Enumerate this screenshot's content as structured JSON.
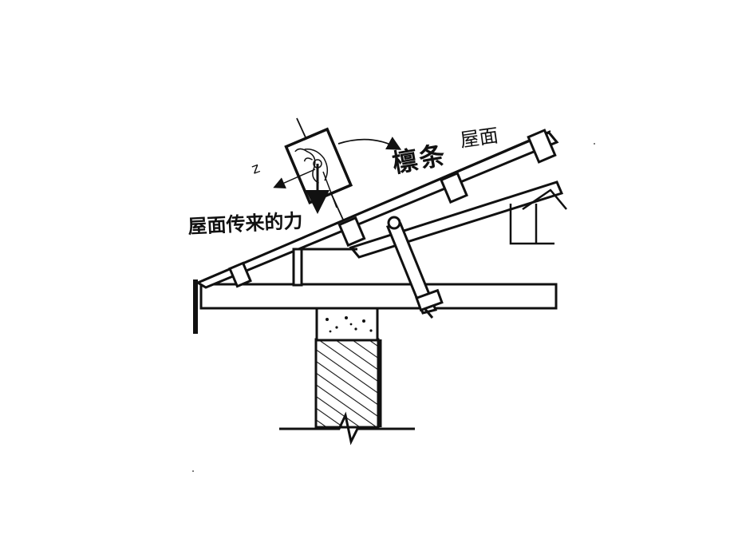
{
  "diagram": {
    "labels": {
      "roof": "屋面",
      "purlin": "檩条",
      "roof_load": "屋面传来的力",
      "axis_z": "z"
    },
    "stroke_color": "#111111",
    "background": "#ffffff"
  }
}
